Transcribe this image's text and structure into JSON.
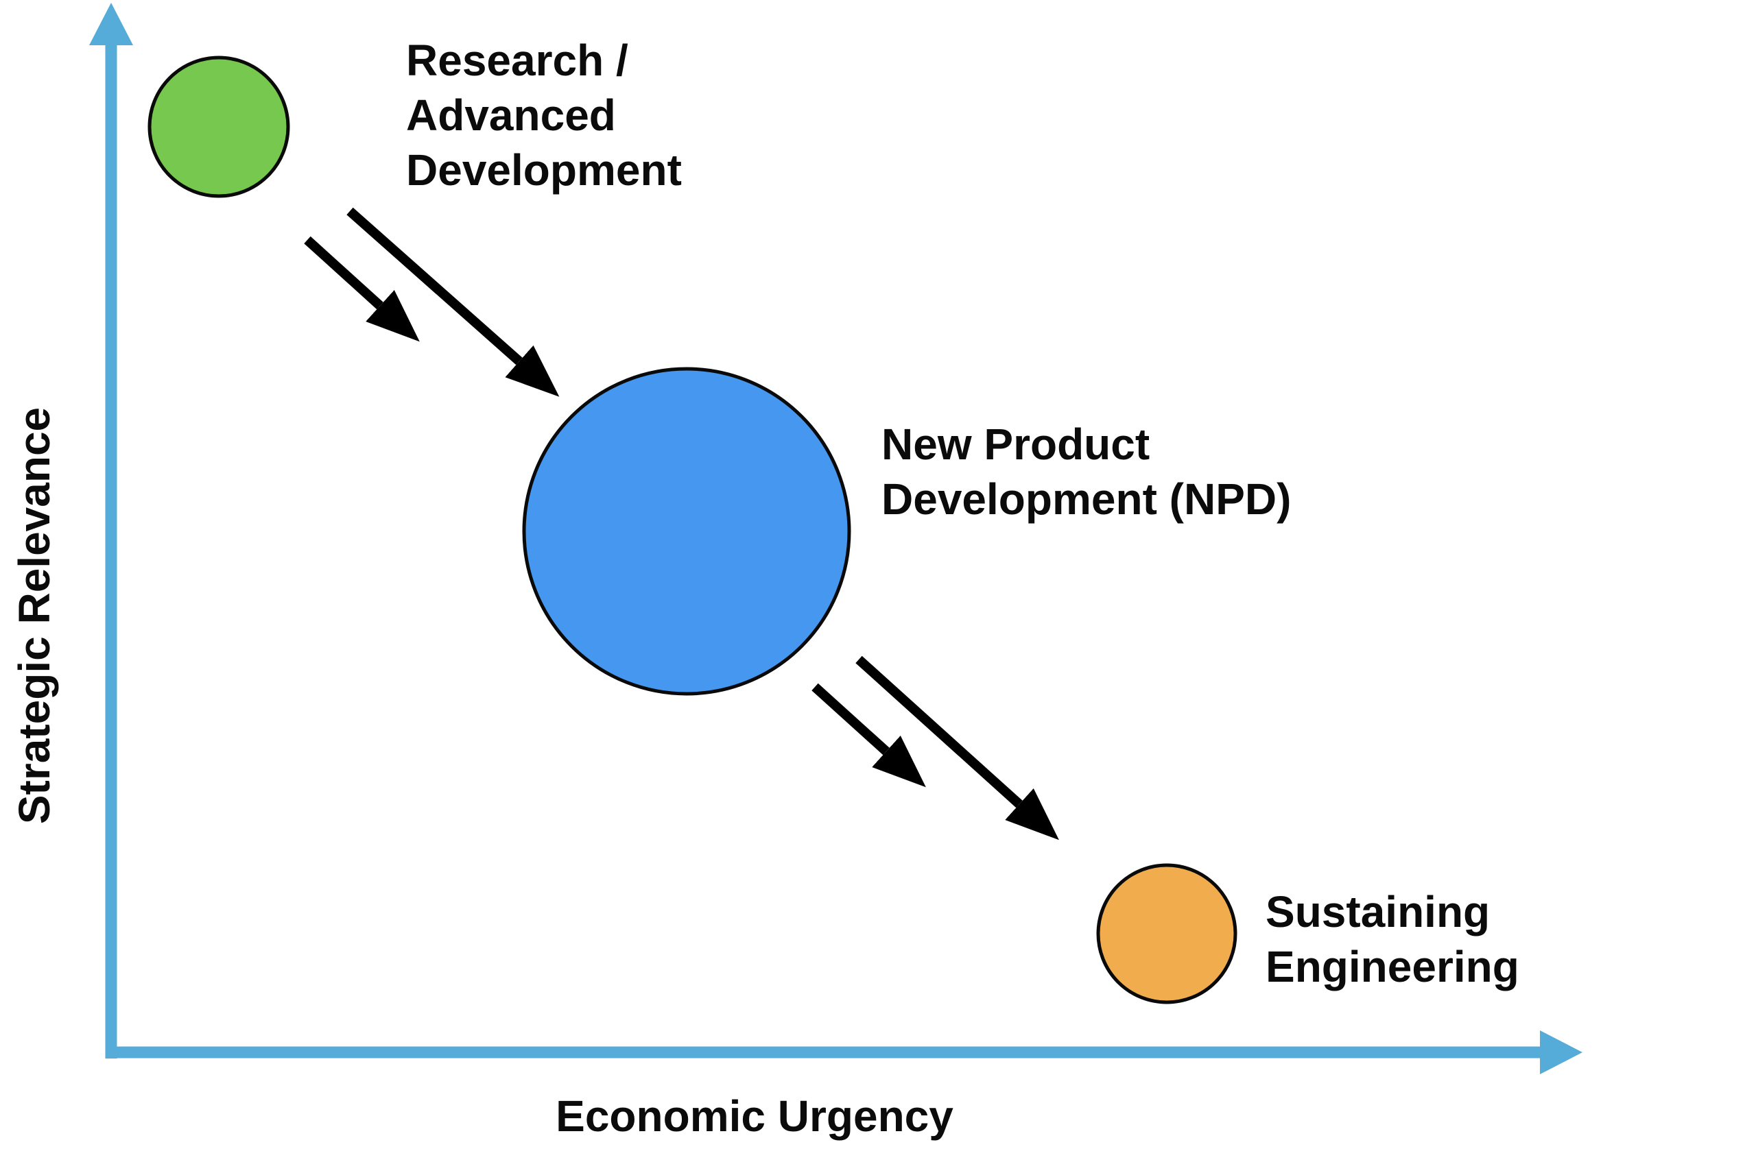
{
  "diagram": {
    "background_color": "#ffffff",
    "axes": {
      "color": "#55ACD8",
      "x_label": "Economic Urgency",
      "y_label": "Strategic Relevance"
    },
    "nodes": [
      {
        "id": "research",
        "label_lines": [
          "Research /",
          "Advanced",
          "Development"
        ],
        "color": "#76C84E",
        "bubble_size": "small"
      },
      {
        "id": "npd",
        "label_lines": [
          "New Product",
          "Development (NPD)"
        ],
        "color": "#4597F0",
        "bubble_size": "large"
      },
      {
        "id": "sustaining",
        "label_lines": [
          "Sustaining",
          "Engineering"
        ],
        "color": "#F0AC4D",
        "bubble_size": "small"
      }
    ],
    "arrows": {
      "color": "#000000",
      "style": "double-parallel",
      "connections": [
        {
          "from": "Research / Advanced Development",
          "to": "New Product Development (NPD)"
        },
        {
          "from": "New Product Development (NPD)",
          "to": "Sustaining Engineering"
        }
      ]
    }
  }
}
